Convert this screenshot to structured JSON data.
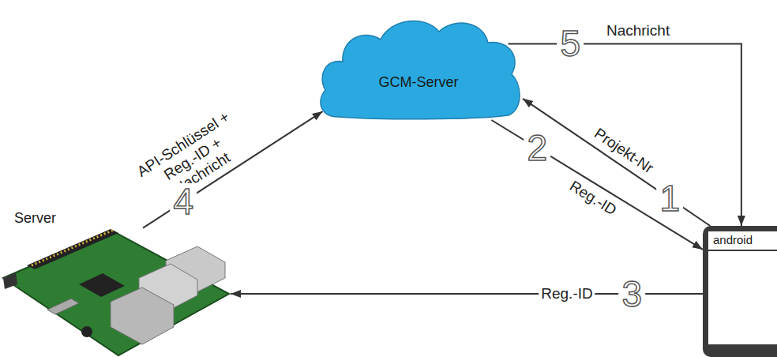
{
  "diagram": {
    "nodes": [
      {
        "text": [
          "GCM-Server"
        ]
      },
      {
        "text": [
          "Server"
        ]
      },
      {
        "text": [
          "android"
        ]
      }
    ],
    "edges": [
      {
        "from": 2,
        "to": 0,
        "label": "Projekt-Nr",
        "arrow": "to"
      },
      {
        "from": 0,
        "to": 2,
        "label": "Reg.-ID",
        "arrow": "to"
      },
      {
        "from": 2,
        "to": 1,
        "label": "Reg.-ID",
        "arrow": "to"
      },
      {
        "from": 1,
        "to": 0,
        "label": "API-Schlüssel + Reg.-ID + Nachricht",
        "arrow": "to"
      },
      {
        "from": 0,
        "to": 2,
        "label": "Nachricht",
        "arrow": "to"
      }
    ],
    "labels": [
      "1",
      "2",
      "3",
      "4",
      "5"
    ]
  }
}
